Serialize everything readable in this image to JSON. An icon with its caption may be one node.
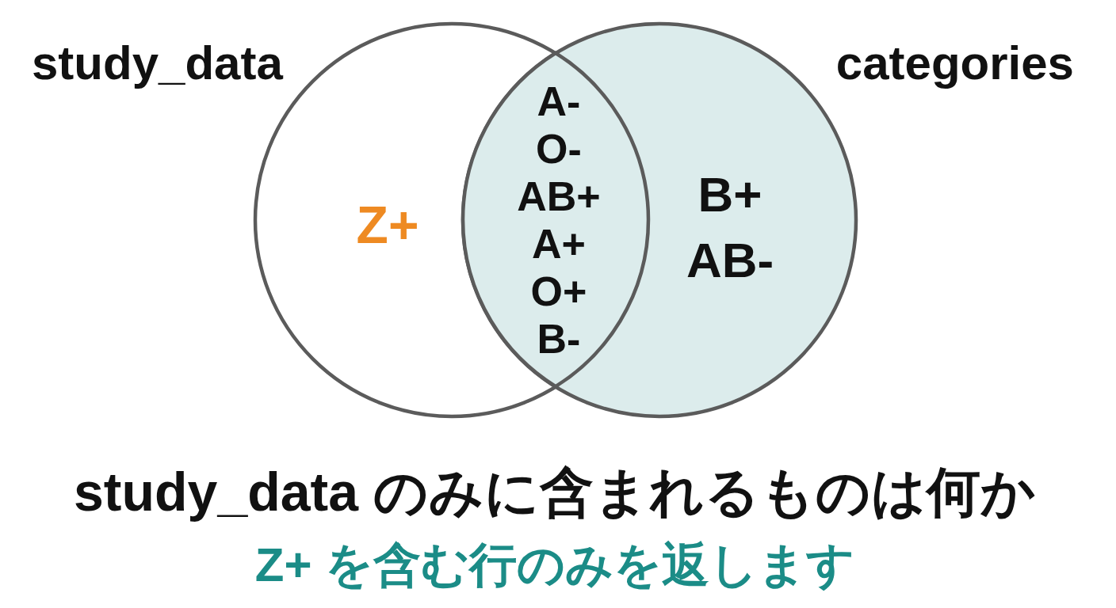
{
  "diagram": {
    "title": "study_data のみに含まれるものは何か",
    "caption": "Z+ を含む行のみを返します",
    "nodes": [
      {
        "text": [
          "study_data",
          "Z+"
        ]
      },
      {
        "text": [
          "categories",
          "B+",
          "AB-"
        ]
      },
      {
        "text": [
          "A-",
          "O-",
          "AB+",
          "A+",
          "O+",
          "B-"
        ]
      }
    ]
  }
}
